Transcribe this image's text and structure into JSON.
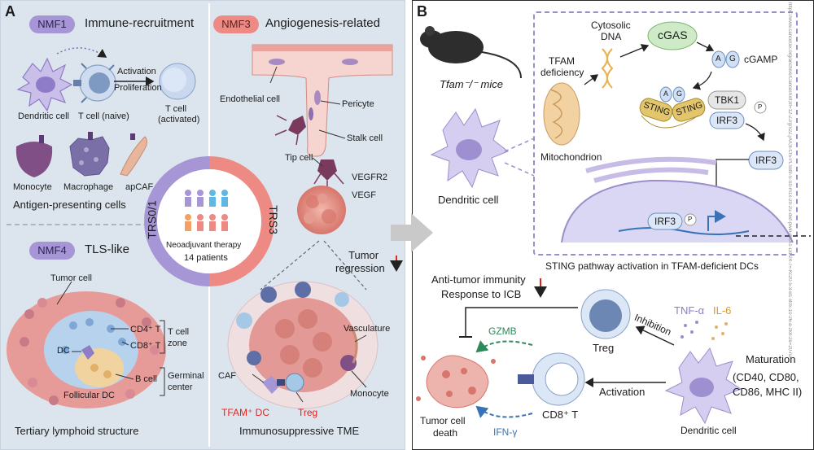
{
  "panelA": {
    "letter": "A",
    "nmf1": {
      "tag": "NMF1",
      "title": "Immune-recruitment",
      "dc": "Dendritic cell",
      "tcell_naive": "T cell (naive)",
      "activation": "Activation",
      "proliferation": "Proliferation",
      "tcell_activated_1": "T cell",
      "tcell_activated_2": "(activated)",
      "monocyte": "Monocyte",
      "macrophage": "Macrophage",
      "apcaf": "apCAF",
      "apc_title": "Antigen-presenting cells"
    },
    "nmf3": {
      "tag": "NMF3",
      "title": "Angiogenesis-related",
      "endothelial": "Endothelial cell",
      "pericyte": "Pericyte",
      "stalk": "Stalk cell",
      "tip": "Tip cell",
      "vegfr2": "VEGFR2",
      "vegf": "VEGF"
    },
    "ring": {
      "left_label": "TRS0/1",
      "right_label": "TRS3",
      "therapy": "Neoadjuvant therapy",
      "patients": "14 patients"
    },
    "tumor_regression_1": "Tumor",
    "tumor_regression_2": "regression",
    "nmf4": {
      "tag": "NMF4",
      "title": "TLS-like",
      "tumor_cell": "Tumor cell",
      "cd4": "CD4⁺ T",
      "cd8": "CD8⁺ T",
      "tcell_zone_1": "T cell",
      "tcell_zone_2": "zone",
      "dc": "DC",
      "bcell": "B cell",
      "germinal_1": "Germinal",
      "germinal_2": "center",
      "follicular": "Follicular DC",
      "caption": "Tertiary lymphoid structure"
    },
    "tme": {
      "caf": "CAF",
      "tfam_dc": "TFAM⁺ DC",
      "treg": "Treg",
      "vasculature": "Vasculature",
      "monocyte": "Monocyte",
      "caption": "Immunosuppressive TME"
    }
  },
  "panelB": {
    "letter": "B",
    "mice": "Tfam⁻/⁻ mice",
    "tfam_def_1": "TFAM",
    "tfam_def_2": "deficiency",
    "cyto_1": "Cytosolic",
    "cyto_2": "DNA",
    "cgas": "cGAS",
    "cgamp": "cGAMP",
    "cgamp_a": "A",
    "cgamp_g": "G",
    "sting": "STING",
    "tbk1": "TBK1",
    "irf3": "IRF3",
    "p": "P",
    "mito": "Mitochondrion",
    "dc_label": "Dendritic cell",
    "box_caption": "STING pathway activation in TFAM-deficient DCs",
    "anti_1": "Anti-tumor immunity",
    "anti_2": "Response to ICB",
    "gzmb": "GZMB",
    "treg": "Treg",
    "inhibition": "Inhibition",
    "tnf": "TNF-α",
    "il6": "IL-6",
    "maturation_1": "Maturation",
    "maturation_2": "(CD40, CD80,",
    "maturation_3": "CD86, MHC II)",
    "activation": "Activation",
    "tumor_death_1": "Tumor cell",
    "tumor_death_2": "death",
    "cd8": "CD8⁺ T",
    "ifn": "IFN-γ",
    "dc_bottom": "Dendritic cell",
    "watermark": "https://www.cancerax.org/anchive/CancerAxlt;nt=12-ZJ/g/x2Z,jAA;8-CI5-PLSB9-S-S0-m1x-20-2u-dwf-pwin-mkA1-Dd-24-7=-Kc20-5-3-B1-B0x-10-26-a-2kn-2e=20-rulY"
  },
  "colors": {
    "panel_bg": "#dde6ef",
    "purple": "#a796d6",
    "salmon": "#ee8a84",
    "dashed": "#9b8ec9",
    "red": "#e5221c",
    "green": "#2e8a5b",
    "blue": "#3a73b5"
  }
}
